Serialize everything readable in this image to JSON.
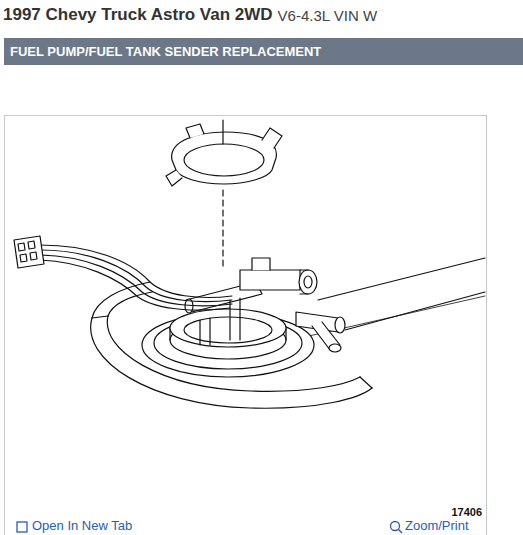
{
  "diagram": {
    "title": "1997 Chevy Truck Astro Van 2WD",
    "nodes": [
      {
        "text": [
          "FUEL PUMP/FUEL TANK SENDER REPLACEMENT"
        ]
      },
      {
        "text": [
          "17406"
        ]
      }
    ],
    "labels": [
      "V6-4.3L VIN W",
      "Open In New Tab",
      "Zoom/Print"
    ]
  }
}
